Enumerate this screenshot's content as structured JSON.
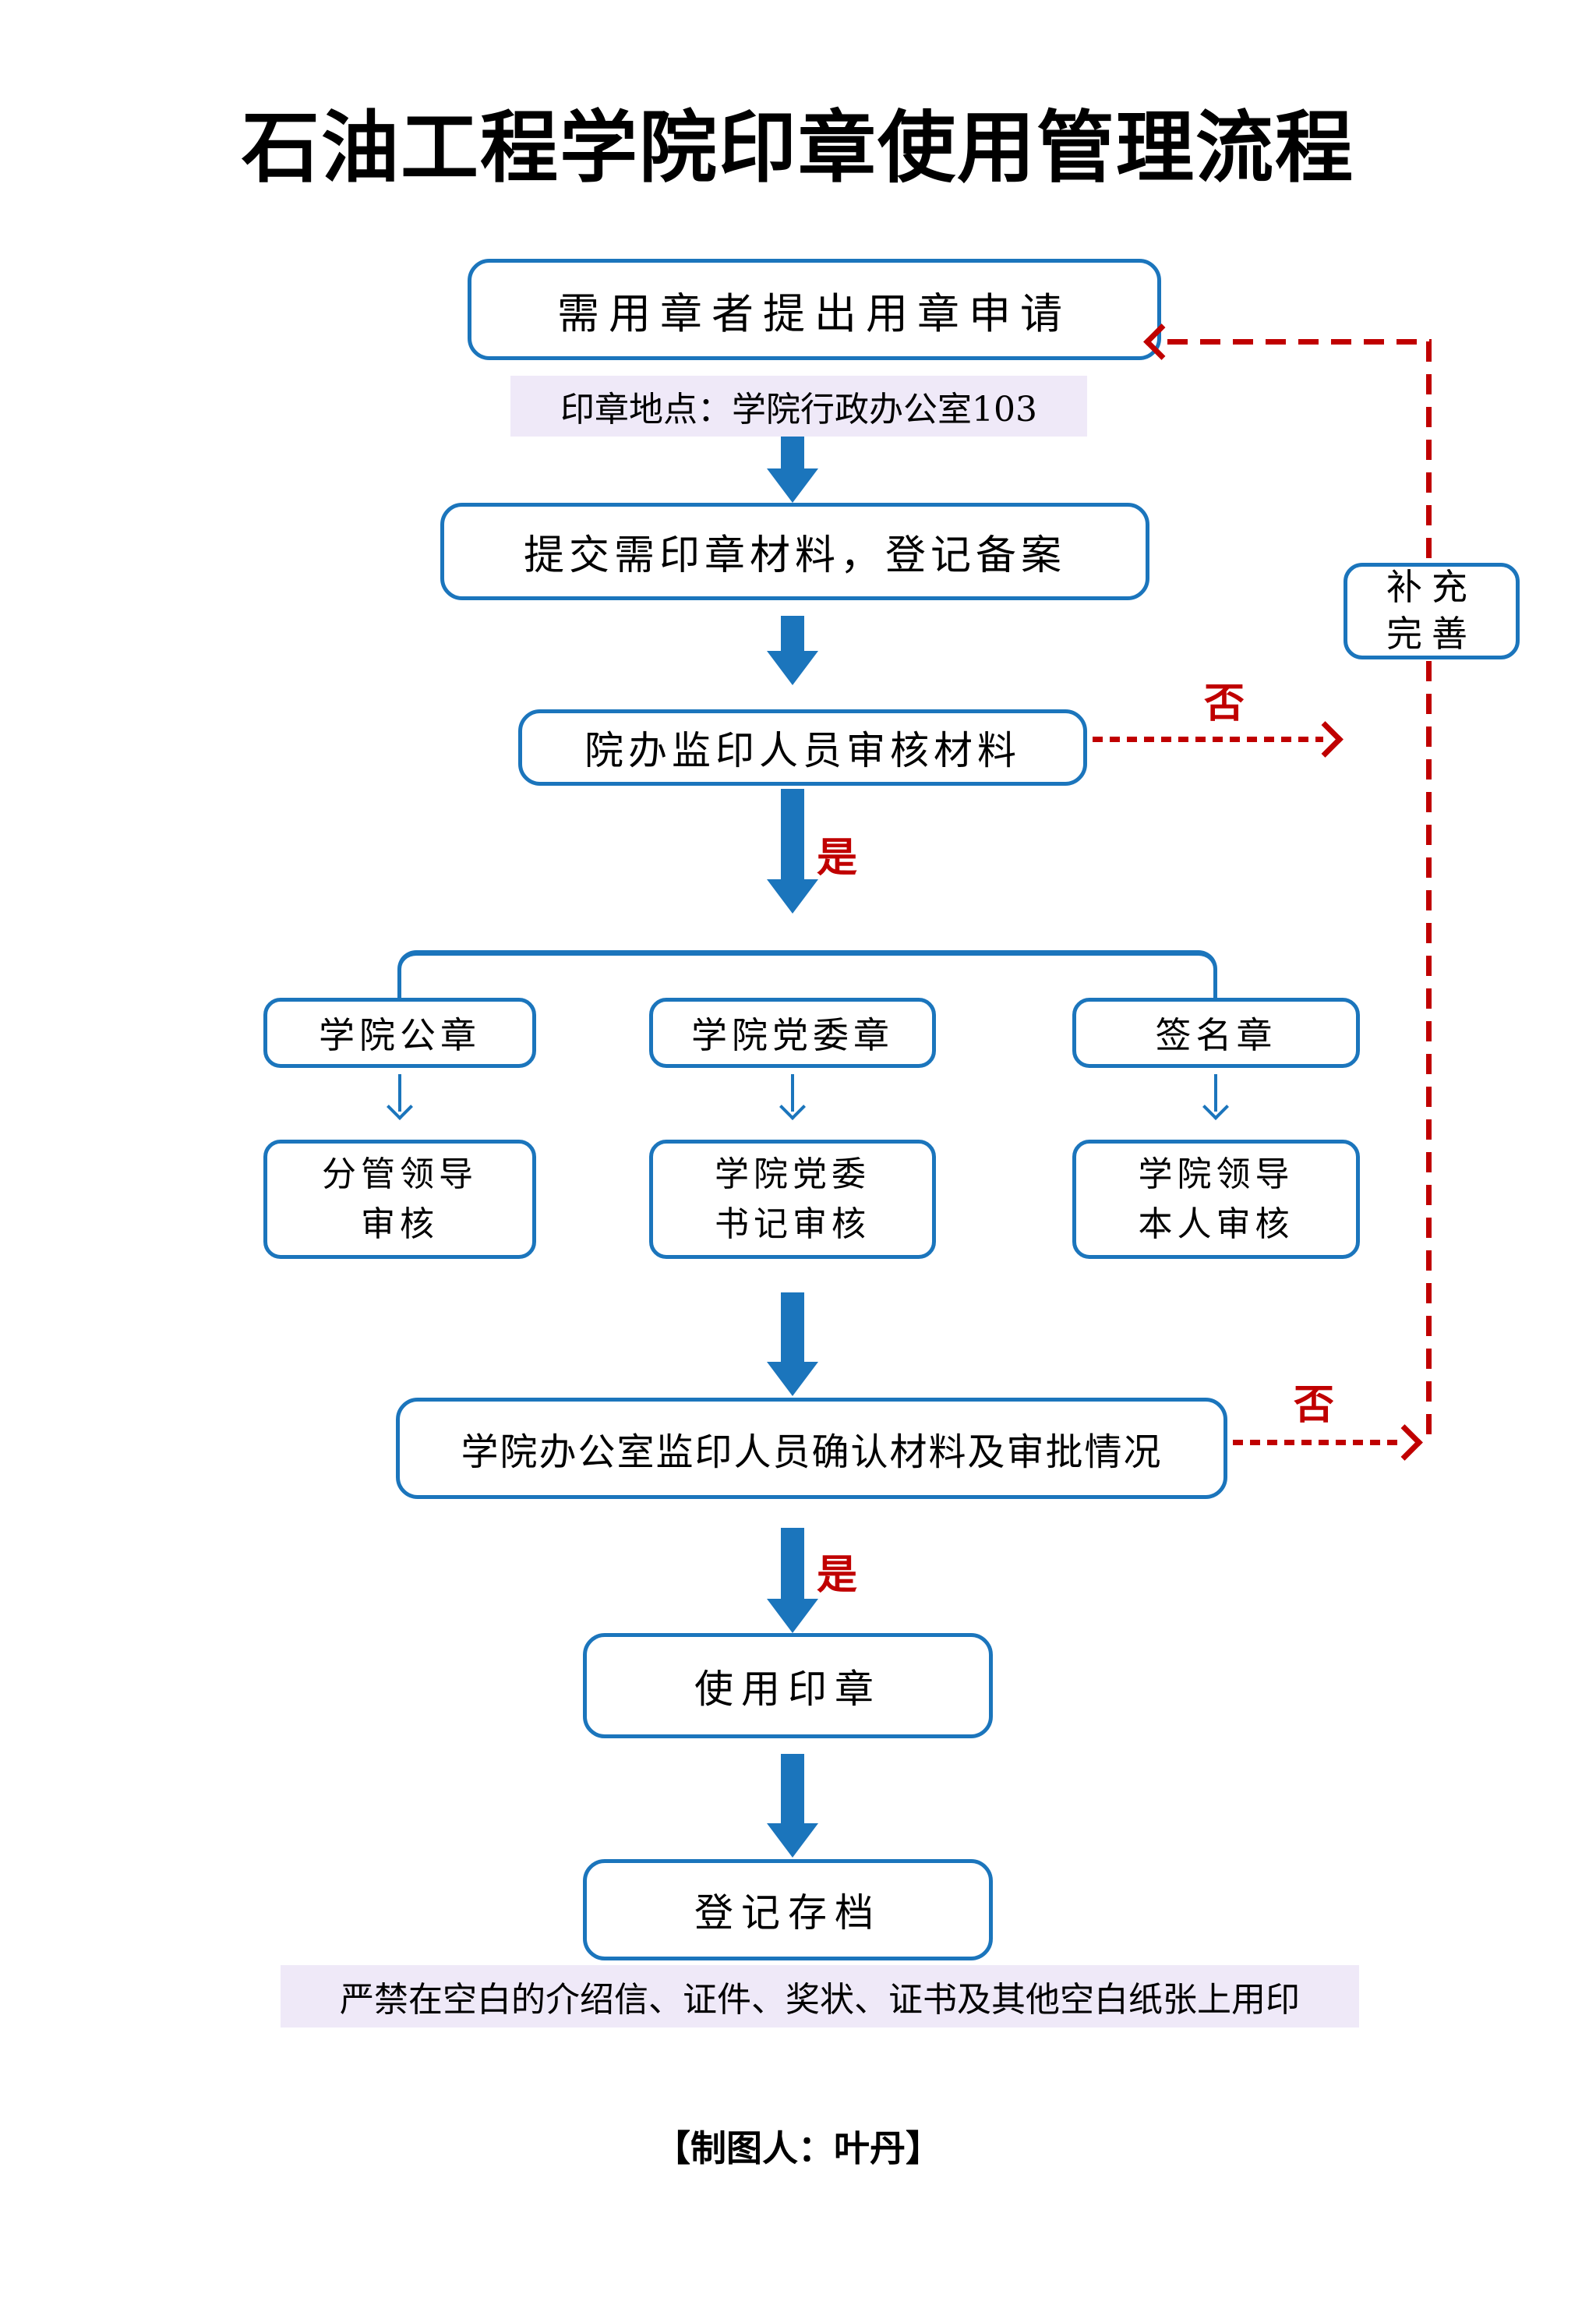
{
  "title": "石油工程学院印章使用管理流程",
  "colors": {
    "accent_blue": "#1B75BC",
    "accent_red": "#C00000",
    "note_background": "#EFE9F8",
    "text": "#000000"
  },
  "flow": {
    "apply": "需用章者提出用章申请",
    "location_note": "印章地点：学院行政办公室103",
    "submit": "提交需印章材料，登记备案",
    "office_review": "院办监印人员审核材料",
    "supplement": {
      "line1": "补充",
      "line2": "完善"
    },
    "branches": {
      "official": {
        "seal": "学院公章",
        "review_line1": "分管领导",
        "review_line2": "审核"
      },
      "party": {
        "seal": "学院党委章",
        "review_line1": "学院党委",
        "review_line2": "书记审核"
      },
      "signature": {
        "seal": "签名章",
        "review_line1": "学院领导",
        "review_line2": "本人审核"
      }
    },
    "confirm": "学院办公室监印人员确认材料及审批情况",
    "use_seal": "使用印章",
    "archive": "登记存档"
  },
  "decision_labels": {
    "yes1": "是",
    "no1": "否",
    "yes2": "是",
    "no2": "否"
  },
  "warning_note": "严禁在空白的介绍信、证件、奖状、证书及其他空白纸张上用印",
  "credit": "【制图人：叶丹】"
}
